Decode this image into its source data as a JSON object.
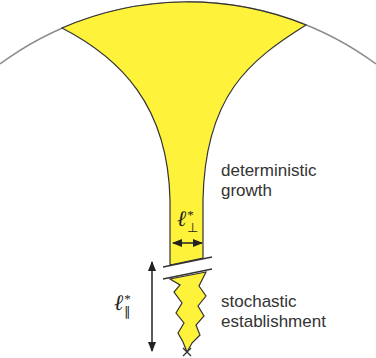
{
  "diagram": {
    "labels": [
      "deterministic growth",
      "stochastic establishment",
      "ℓ*⊥",
      "ℓ*∥"
    ]
  }
}
